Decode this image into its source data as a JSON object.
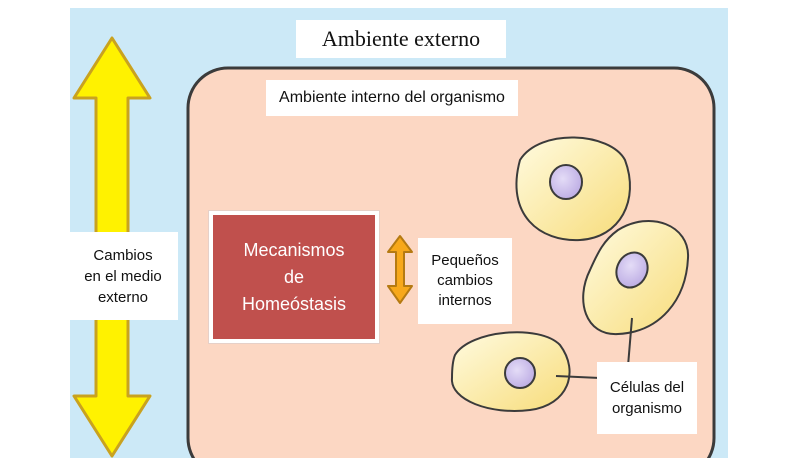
{
  "external_title": "Ambiente  externo",
  "internal_title": "Ambiente interno del organismo",
  "left_label": [
    "Cambios",
    "en el medio",
    "externo"
  ],
  "homeostasis": [
    "Mecanismos",
    "de",
    "Homeóstasis"
  ],
  "small_changes": [
    "Pequeños",
    "cambios",
    "internos"
  ],
  "cells_label": [
    "Células del",
    "organismo"
  ],
  "colors": {
    "sky": "#cce9f7",
    "organism": "#fcd7c3",
    "organism_border": "#3b3b3b",
    "arrow_yellow": "#fff200",
    "arrow_orange": "#f7a81b",
    "homeostasis_box": "#c0504d",
    "cell_fill": "#fdefb2",
    "nucleus": "#cfc3ec"
  }
}
